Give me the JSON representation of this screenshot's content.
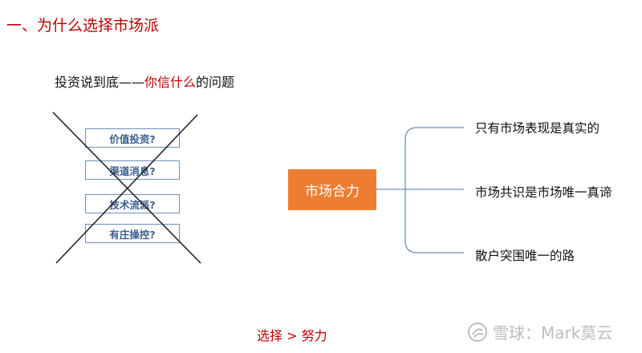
{
  "slide": {
    "title": "一、为什么选择市场派",
    "subtitle_prefix": "投资说到底——",
    "subtitle_highlight": "你信什么",
    "subtitle_suffix": "的问题",
    "bottom_text": "选择 > 努力"
  },
  "options": [
    "价值投资?",
    "渠道消息?",
    "技术流派?",
    "有庄操控?"
  ],
  "mindmap": {
    "center": "市场合力",
    "center_color": "#ed7d31",
    "connector_color": "#6f8fb8",
    "branches": [
      "只有市场表现是真实的",
      "市场共识是市场唯一真谛",
      "散户突围唯一的路"
    ]
  },
  "watermark": {
    "text": "雪球：Mark莫云",
    "icon": "snowball-logo-icon"
  },
  "colors": {
    "accent_red": "#c00000",
    "box_border": "#6f8fb8",
    "box_text": "#3a5e8c"
  }
}
